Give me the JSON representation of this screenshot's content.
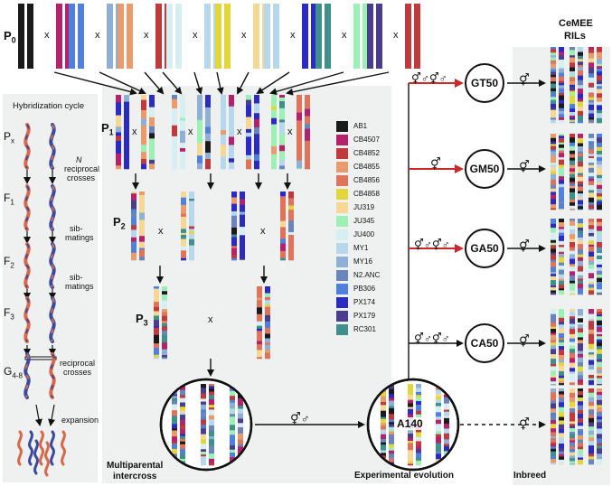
{
  "generations": {
    "p0": "P",
    "p0_sub": "0",
    "p1": "P",
    "p1_sub": "1",
    "p2": "P",
    "p2_sub": "2",
    "p3": "P",
    "p3_sub": "3"
  },
  "cross_symbol": "x",
  "hybridization": {
    "title": "Hybridization cycle",
    "stages": [
      {
        "base": "P",
        "sub": "x"
      },
      {
        "base": "F",
        "sub": "1"
      },
      {
        "base": "F",
        "sub": "2"
      },
      {
        "base": "F",
        "sub": "3"
      },
      {
        "base": "G",
        "sub": "4-8"
      }
    ],
    "notes": {
      "n_reciprocal_1": "N",
      "n_reciprocal_2": "reciprocal",
      "n_reciprocal_3": "crosses",
      "sib_a1": "sib-",
      "sib_a2": "matings",
      "sib_b1": "sib-",
      "sib_b2": "matings",
      "recip_1": "reciprocal",
      "recip_2": "crosses",
      "expansion": "expansion"
    }
  },
  "legend": [
    {
      "name": "AB1",
      "color": "#1a1a1a"
    },
    {
      "name": "CB4507",
      "color": "#b5216b"
    },
    {
      "name": "CB4852",
      "color": "#c0393d"
    },
    {
      "name": "CB4855",
      "color": "#e99b6c"
    },
    {
      "name": "CB4856",
      "color": "#e0735c"
    },
    {
      "name": "CB4858",
      "color": "#e2d63a"
    },
    {
      "name": "JU319",
      "color": "#f5d896"
    },
    {
      "name": "JU345",
      "color": "#9cf0b4"
    },
    {
      "name": "JU400",
      "color": "#d7eef3"
    },
    {
      "name": "MY1",
      "color": "#b7d7ec"
    },
    {
      "name": "MY16",
      "color": "#8fb0d6"
    },
    {
      "name": "N2.ANC",
      "color": "#6a84bc"
    },
    {
      "name": "PB306",
      "color": "#4f80dc"
    },
    {
      "name": "PX174",
      "color": "#2b2bc4"
    },
    {
      "name": "PX179",
      "color": "#4a3d8c"
    },
    {
      "name": "RC301",
      "color": "#3f8f8a"
    }
  ],
  "populations": {
    "a140": "A140",
    "gt50": "GT50",
    "gm50": "GM50",
    "ga50": "GA50",
    "ca50": "CA50"
  },
  "mating_symbols": {
    "gt50": "⚥♂⚥♂",
    "gm50": "⚥",
    "ga50": "⚥♂⚥♂",
    "ca50": "⚥♂⚥♂",
    "a140_in": "⚥♂",
    "out_gt50": "⚥",
    "out_gm50": "⚥",
    "out_ga50": "⚥",
    "out_ca50": "⚥",
    "out_a140": "⚥"
  },
  "captions": {
    "multiparental_1": "Multiparental",
    "multiparental_2": "intercross",
    "experimental_evolution": "Experimental evolution",
    "inbreed": "Inbreed",
    "cemee_1": "CeMEE",
    "cemee_2": "RILs"
  },
  "colors": {
    "red_arrow": "#cc2a2a",
    "panel": "#eef1ef",
    "worm_red": "#d9684a",
    "worm_blue": "#3a4aa0"
  }
}
